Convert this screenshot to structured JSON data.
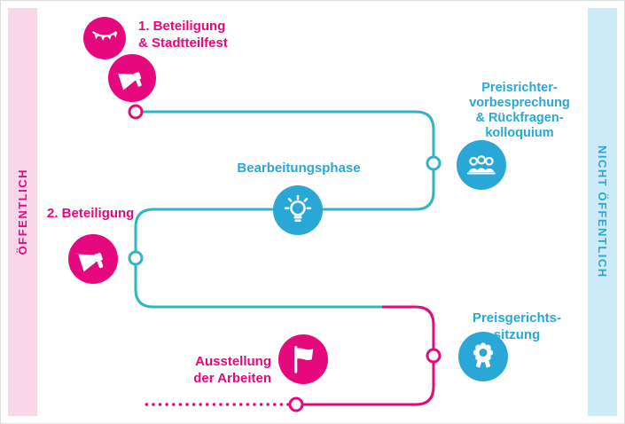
{
  "colors": {
    "pink": "#e5097d",
    "blue": "#29a8d8",
    "teal": "#2fb5c4",
    "pink_light": "#f9d7e9",
    "blue_light": "#cdeaf7"
  },
  "sidebar_left": {
    "label": "ÖFFENTLICH"
  },
  "sidebar_right": {
    "label": "NICHT ÖFFENTLICH"
  },
  "steps": {
    "beteiligung1": {
      "label": "1. Beteiligung\n& Stadtteilfest",
      "icons": [
        "bunting-icon",
        "megaphone-icon"
      ]
    },
    "preisrichter": {
      "label": "Preisrichter-\nvorbesprechung\n& Rückfragen-\nkolloquium",
      "icon": "people-icon"
    },
    "bearbeitungsphase": {
      "label": "Bearbeitungsphase",
      "icon": "lightbulb-icon"
    },
    "beteiligung2": {
      "label": "2. Beteiligung",
      "icon": "megaphone-icon"
    },
    "preisgericht": {
      "label": "Preisgerichts-\nsitzung",
      "icon": "rosette-award-icon"
    },
    "ausstellung": {
      "label": "Ausstellung\nder Arbeiten",
      "icon": "flag-icon"
    }
  }
}
